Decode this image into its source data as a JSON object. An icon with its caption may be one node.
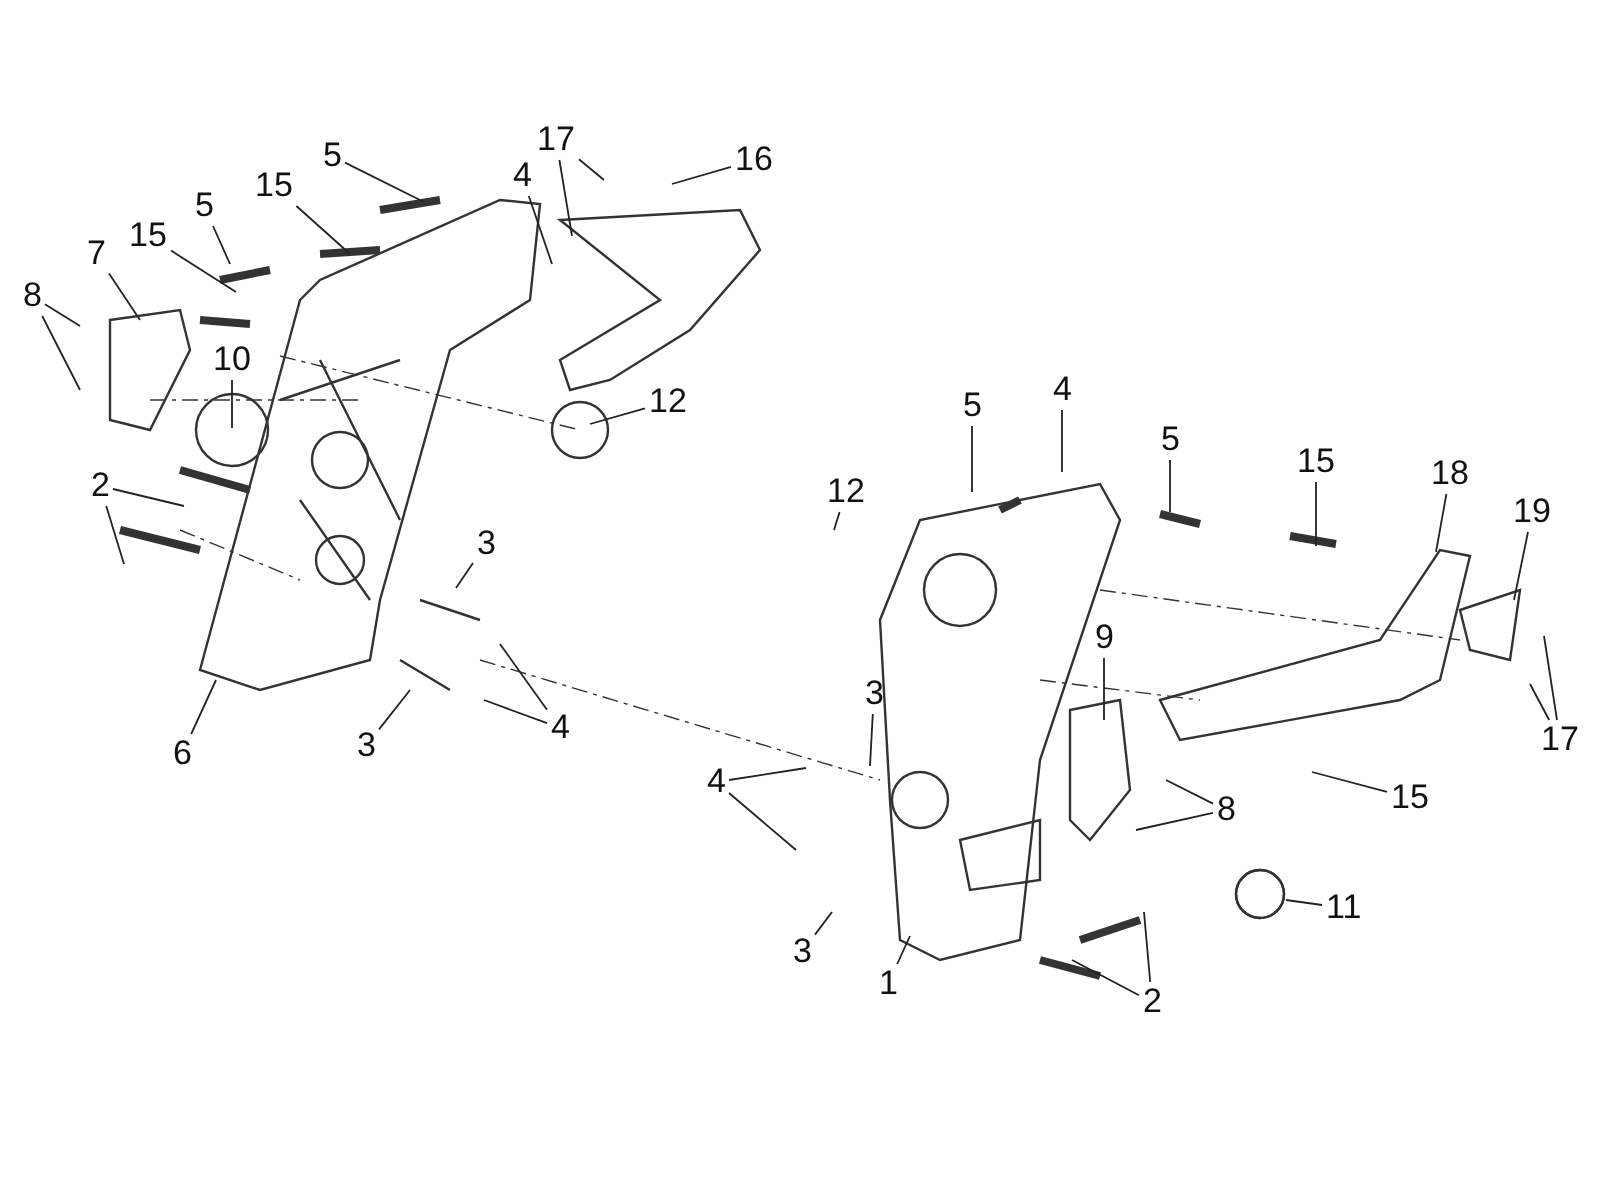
{
  "diagram": {
    "nodes": [
      {
        "text": [
          "17"
        ]
      },
      {
        "text": [
          "5"
        ]
      },
      {
        "text": [
          "16"
        ]
      },
      {
        "text": [
          "4"
        ]
      },
      {
        "text": [
          "15"
        ]
      },
      {
        "text": [
          "5"
        ]
      },
      {
        "text": [
          "15"
        ]
      },
      {
        "text": [
          "7"
        ]
      },
      {
        "text": [
          "8"
        ]
      },
      {
        "text": [
          "10"
        ]
      },
      {
        "text": [
          "12"
        ]
      },
      {
        "text": [
          "2"
        ]
      },
      {
        "text": [
          "3"
        ]
      },
      {
        "text": [
          "4"
        ]
      },
      {
        "text": [
          "3"
        ]
      },
      {
        "text": [
          "6"
        ]
      },
      {
        "text": [
          "4"
        ]
      },
      {
        "text": [
          "5"
        ]
      },
      {
        "text": [
          "5"
        ]
      },
      {
        "text": [
          "15"
        ]
      },
      {
        "text": [
          "18"
        ]
      },
      {
        "text": [
          "12"
        ]
      },
      {
        "text": [
          "19"
        ]
      },
      {
        "text": [
          "9"
        ]
      },
      {
        "text": [
          "3"
        ]
      },
      {
        "text": [
          "17"
        ]
      },
      {
        "text": [
          "4"
        ]
      },
      {
        "text": [
          "15"
        ]
      },
      {
        "text": [
          "8"
        ]
      },
      {
        "text": [
          "11"
        ]
      },
      {
        "text": [
          "3"
        ]
      },
      {
        "text": [
          "1"
        ]
      },
      {
        "text": [
          "2"
        ]
      }
    ],
    "edges": [
      {
        "from": 0,
        "to": null,
        "arrow": "none"
      },
      {
        "from": 0,
        "to": null,
        "arrow": "none"
      },
      {
        "from": 1,
        "to": null,
        "arrow": "none"
      },
      {
        "from": 2,
        "to": null,
        "arrow": "none"
      },
      {
        "from": 3,
        "to": null,
        "arrow": "none"
      },
      {
        "from": 4,
        "to": null,
        "arrow": "none"
      },
      {
        "from": 5,
        "to": null,
        "arrow": "none"
      },
      {
        "from": 6,
        "to": null,
        "arrow": "none"
      },
      {
        "from": 7,
        "to": null,
        "arrow": "none"
      },
      {
        "from": 8,
        "to": null,
        "arrow": "none"
      },
      {
        "from": 8,
        "to": null,
        "arrow": "none"
      },
      {
        "from": 9,
        "to": null,
        "arrow": "none"
      },
      {
        "from": 10,
        "to": null,
        "arrow": "none"
      },
      {
        "from": 11,
        "to": null,
        "arrow": "none"
      },
      {
        "from": 11,
        "to": null,
        "arrow": "none"
      },
      {
        "from": 12,
        "to": null,
        "arrow": "none"
      },
      {
        "from": 13,
        "to": null,
        "arrow": "none"
      },
      {
        "from": 13,
        "to": null,
        "arrow": "none"
      },
      {
        "from": 14,
        "to": null,
        "arrow": "none"
      },
      {
        "from": 15,
        "to": null,
        "arrow": "none"
      },
      {
        "from": 16,
        "to": null,
        "arrow": "none"
      },
      {
        "from": 17,
        "to": null,
        "arrow": "none"
      },
      {
        "from": 18,
        "to": null,
        "arrow": "none"
      },
      {
        "from": 19,
        "to": null,
        "arrow": "none"
      },
      {
        "from": 20,
        "to": null,
        "arrow": "none"
      },
      {
        "from": 21,
        "to": null,
        "arrow": "none"
      },
      {
        "from": 22,
        "to": null,
        "arrow": "none"
      },
      {
        "from": 23,
        "to": null,
        "arrow": "none"
      },
      {
        "from": 24,
        "to": null,
        "arrow": "none"
      },
      {
        "from": 25,
        "to": null,
        "arrow": "none"
      },
      {
        "from": 25,
        "to": null,
        "arrow": "none"
      },
      {
        "from": 26,
        "to": null,
        "arrow": "none"
      },
      {
        "from": 26,
        "to": null,
        "arrow": "none"
      },
      {
        "from": 27,
        "to": null,
        "arrow": "none"
      },
      {
        "from": 28,
        "to": null,
        "arrow": "none"
      },
      {
        "from": 28,
        "to": null,
        "arrow": "none"
      },
      {
        "from": 29,
        "to": null,
        "arrow": "none"
      },
      {
        "from": 30,
        "to": null,
        "arrow": "none"
      },
      {
        "from": 31,
        "to": null,
        "arrow": "none"
      },
      {
        "from": 32,
        "to": null,
        "arrow": "none"
      },
      {
        "from": 32,
        "to": null,
        "arrow": "none"
      }
    ]
  }
}
